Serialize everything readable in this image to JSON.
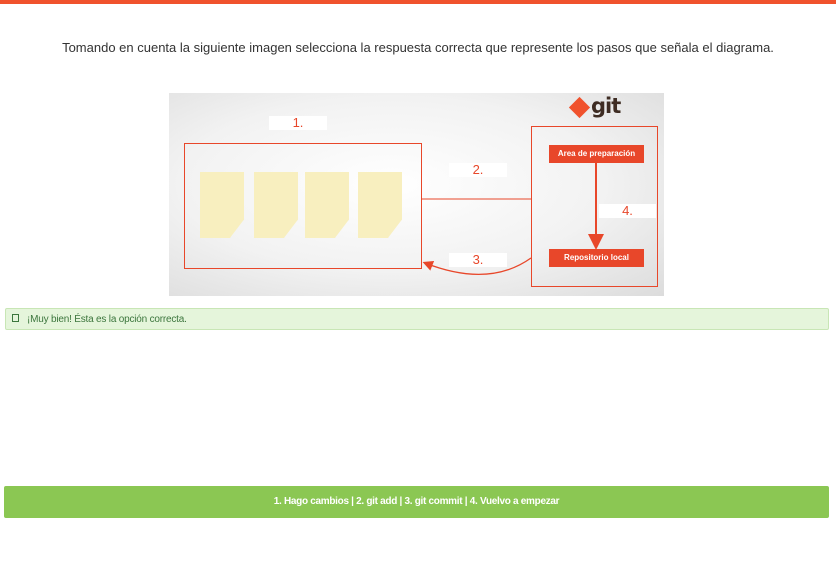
{
  "question": "Tomando en cuenta la siguiente imagen selecciona la respuesta correcta que represente los pasos que señala el diagrama.",
  "diagram": {
    "logo_text": "git",
    "step_labels": [
      "1.",
      "2.",
      "3.",
      "4."
    ],
    "staging_label": "Area de preparación",
    "repo_label": "Repositorio local",
    "accent_color": "#e8472a",
    "file_color": "#f8efbf"
  },
  "feedback": {
    "icon": "square-icon",
    "text": "¡Muy bien! Ésta es la opción correcta.",
    "color": "#3c763d",
    "background": "#e5f5db"
  },
  "answer": {
    "text": "1. Hago cambios  |  2. git add  |  3. git commit  |  4. Vuelvo a empezar",
    "background": "#8bc753"
  }
}
